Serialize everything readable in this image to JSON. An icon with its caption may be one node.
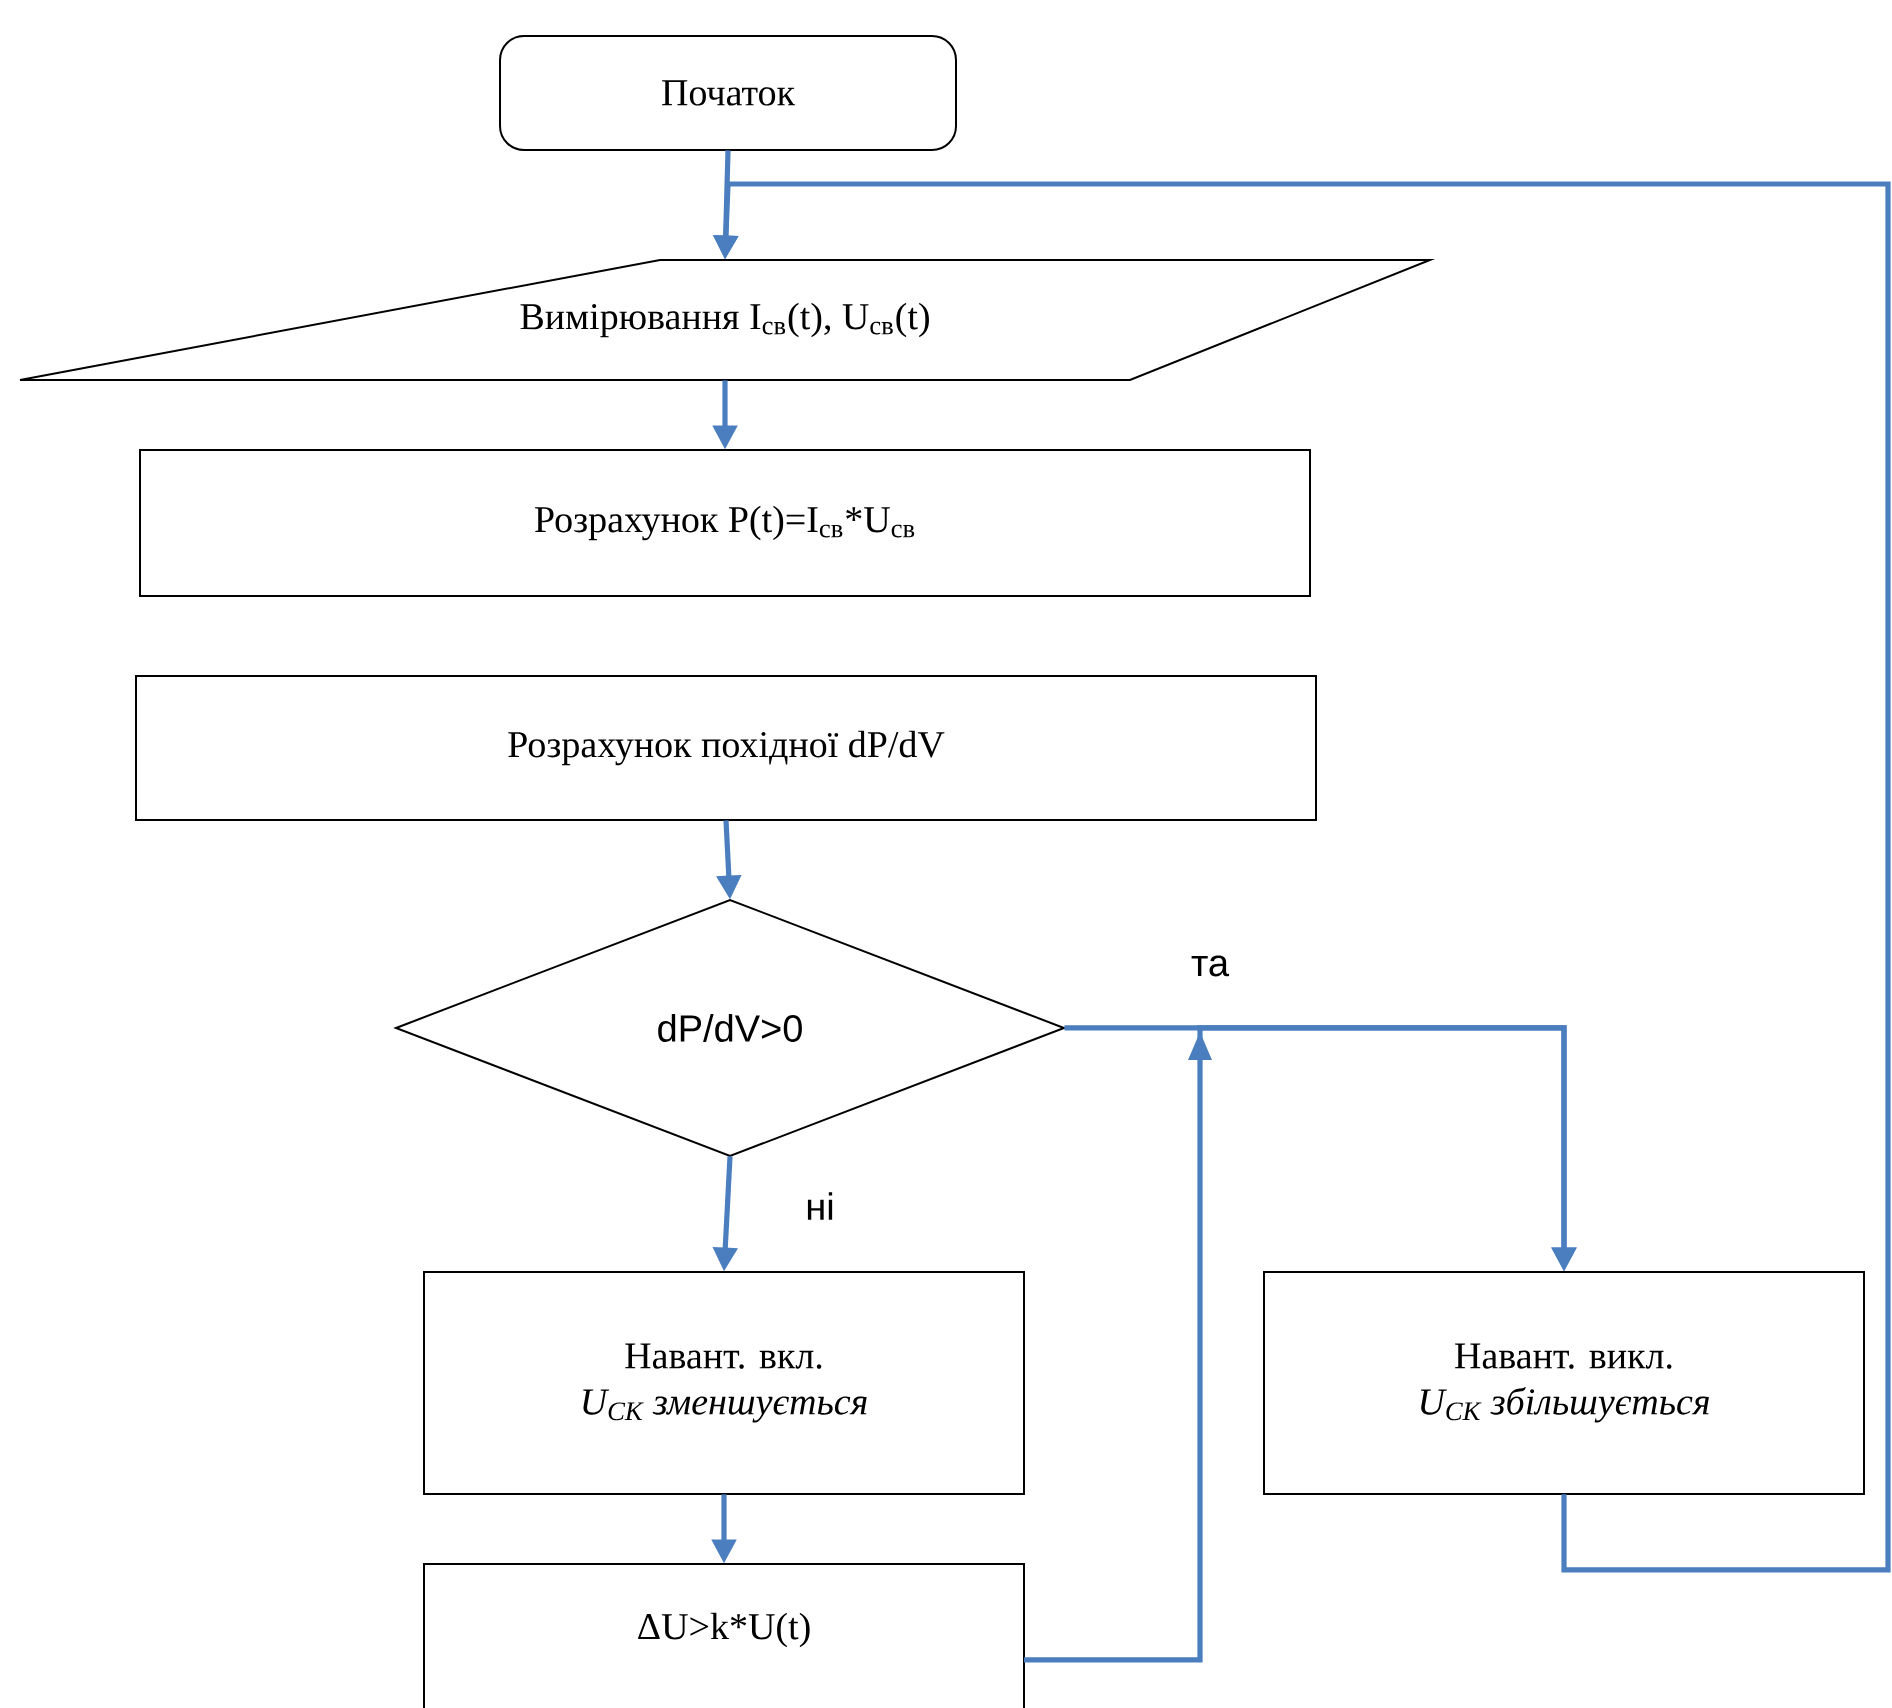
{
  "diagram": {
    "nodes": [
      {
        "text": [
          "Початок"
        ]
      },
      {
        "text": [
          "Вимірювання I$_{св}$(t), U$_{св}$(t)"
        ]
      },
      {
        "text": [
          "Розрахунок P(t)=I$_{св}$*U$_{св}$"
        ]
      },
      {
        "text": [
          "Розрахунок похідної dP/dV"
        ]
      },
      {
        "text": [
          "dP/dV>0"
        ]
      },
      {
        "text": [
          "Навант. вкл.",
          "U$_{СК}$ зменшується"
        ]
      },
      {
        "text": [
          "Навант. викл.",
          "U$_{СК}$ збільшується"
        ]
      },
      {
        "text": [
          "ΔU>k*U(t)"
        ]
      }
    ],
    "edges": [
      {
        "from": 0,
        "to": 1,
        "arrow": "to"
      },
      {
        "from": 1,
        "to": 2,
        "arrow": "to"
      },
      {
        "from": 3,
        "to": 4,
        "arrow": "to"
      },
      {
        "from": 4,
        "to": 5,
        "arrow": "to",
        "label": "ні"
      },
      {
        "from": 4,
        "to": 6,
        "arrow": "to",
        "label": "та"
      },
      {
        "from": 5,
        "to": 7,
        "arrow": "to"
      },
      {
        "from": 7,
        "to": 6,
        "arrow": "to"
      },
      {
        "from": 6,
        "to": 1,
        "arrow": "to"
      }
    ]
  }
}
